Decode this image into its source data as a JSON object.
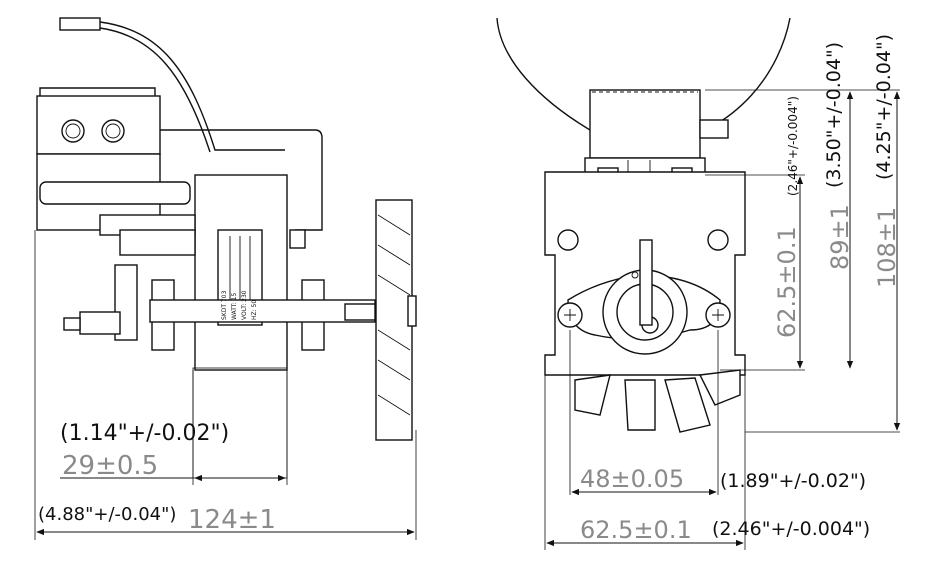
{
  "left_view": {
    "height_dim_imperial": "(1.14\"+/-0.02\")",
    "height_dim_metric": "29±0.5",
    "width_dim_imperial": "(4.88\"+/-0.04\")",
    "width_dim_metric": "124±1",
    "label_lines": [
      "SKDT 703",
      "WATT: 15",
      "VOLT: 230",
      "HZ: 50"
    ]
  },
  "right_view": {
    "dim_62_5_vert_metric": "62.5±0.1",
    "dim_62_5_vert_imperial": "(2.46\"+/-0.004\")",
    "dim_89_metric": "89±1",
    "dim_89_imperial": "(3.50\"+/-0.04\")",
    "dim_108_metric": "108±1",
    "dim_108_imperial": "(4.25\"+/-0.04\")",
    "dim_48_metric": "48±0.05",
    "dim_48_imperial": "(1.89\"+/-0.02\")",
    "dim_62_5_horiz_metric": "62.5±0.1",
    "dim_62_5_horiz_imperial": "(2.46\"+/-0.004\")"
  }
}
